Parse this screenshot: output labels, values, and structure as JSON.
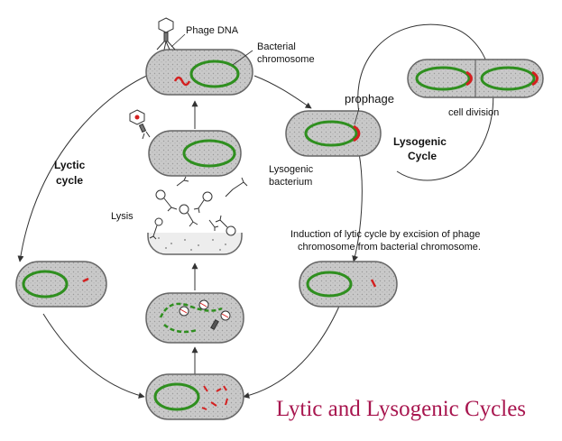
{
  "labels": {
    "phage_dna": "Phage DNA",
    "bacterial_chromosome_line1": "Bacterial",
    "bacterial_chromosome_line2": "chromosome",
    "prophage": "prophage",
    "cell_division": "cell division",
    "lysogenic_cycle_line1": "Lysogenic",
    "lysogenic_cycle_line2": "Cycle",
    "lytic_cycle_line1": "Lyctic",
    "lytic_cycle_line2": "cycle",
    "lysogenic_bacterium_line1": "Lysogenic",
    "lysogenic_bacterium_line2": "bacterium",
    "lysis": "Lysis",
    "induction_line1": "Induction of lytic cycle by excision of phage",
    "induction_line2": "chromosome from bacterial chromosome."
  },
  "title": "Lytic and Lysogenic Cycles",
  "colors": {
    "cell_fill": "#c8c8c8",
    "chromosome": "#2f8f1f",
    "phage_dna": "#d42020",
    "title": "#a8164f",
    "arrow": "#333333"
  }
}
